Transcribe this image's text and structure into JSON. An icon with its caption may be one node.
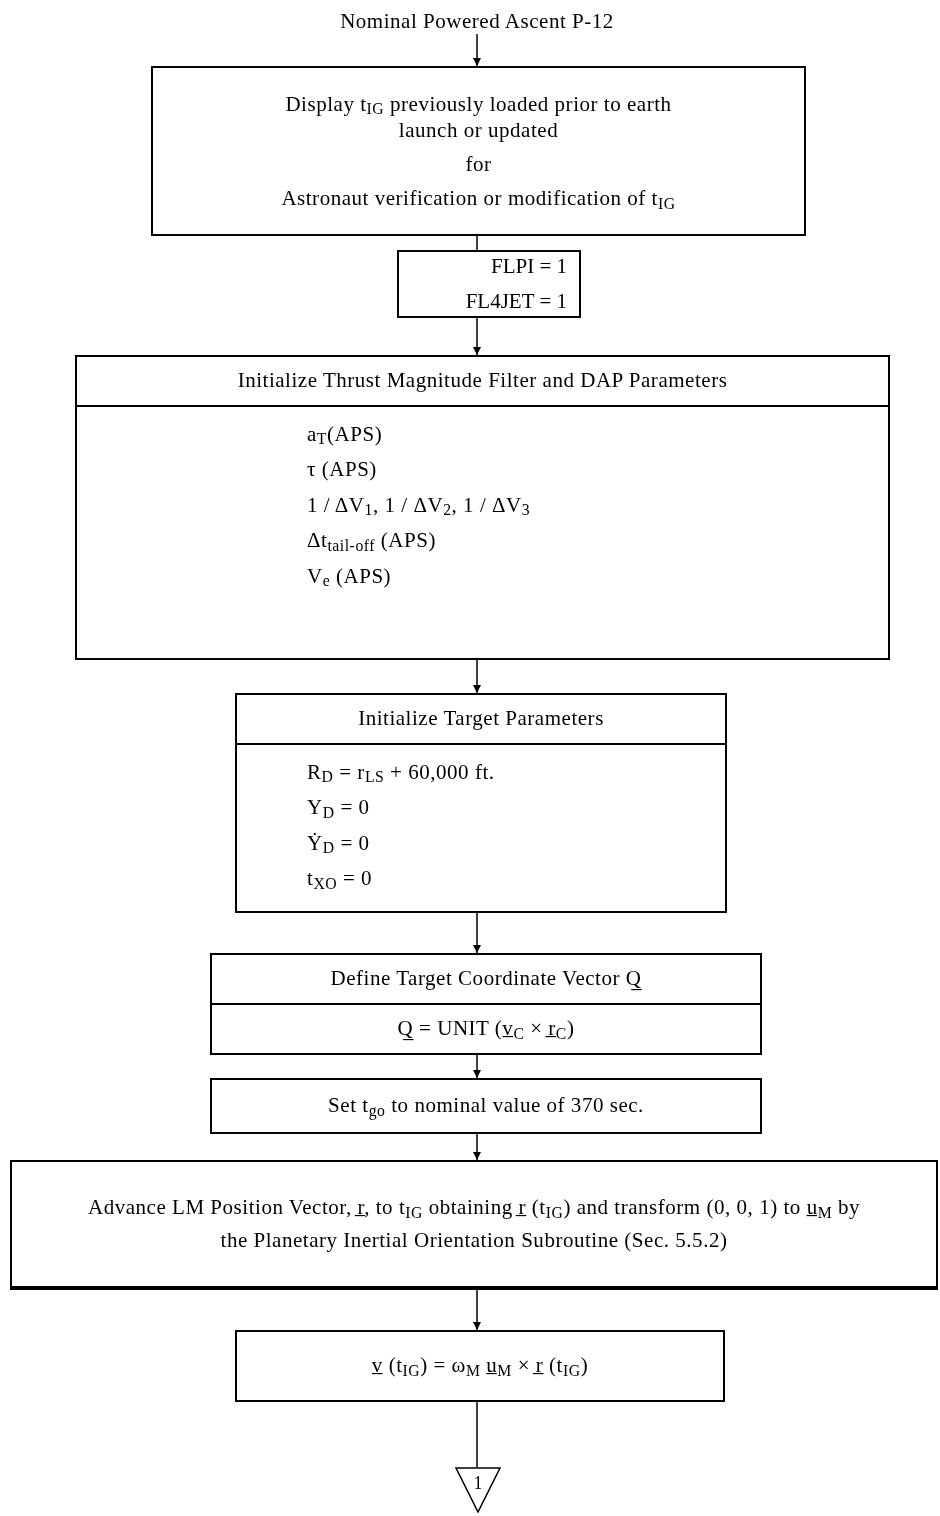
{
  "diagram": {
    "nodes": [
      {
        "text": [
          "Nominal Powered Ascent P-12"
        ]
      },
      {
        "text": [
          "Display t$_{IG}$ previously loaded prior to earth launch or updated",
          "for",
          "Astronaut verification or modification of t$_{IG}$"
        ]
      },
      {
        "text": [
          "FLPI = 1",
          "FL4JET = 1"
        ]
      },
      {
        "text": [
          "Initialize Thrust Magnitude Filter and DAP Parameters",
          "a$_{T}$(APS)",
          "τ (APS)",
          "1 / ΔV$_{1}$, 1 / ΔV$_{2}$, 1 / ΔV$_{3}$",
          "Δt$_{tail-off}$ (APS)",
          "V$_{e}$ (APS)"
        ]
      },
      {
        "text": [
          "Initialize Target Parameters",
          "R$_{D}$ = r$_{LS}$ + 60,000 ft.",
          "Y$_{D}$ = 0",
          "Ẏ$_{D}$ = 0",
          "t$_{XO}$ = 0"
        ]
      },
      {
        "text": [
          "Define Target Coordinate Vector Q̲",
          "Q̲ = UNIT (v̲$_{C}$ × r̲$_{C}$)"
        ]
      },
      {
        "text": [
          "Set t$_{go}$ to nominal value of 370 sec."
        ]
      },
      {
        "text": [
          "Advance LM Position Vector, r̲, to t$_{IG}$ obtaining r̲ (t$_{IG}$) and transform (0, 0, 1) to u̲$_{M}$ by the Planetary Inertial Orientation Subroutine (Sec. 5.5.2)"
        ]
      },
      {
        "text": [
          "v̲ (t$_{IG}$) = ω$_{M}$ u̲$_{M}$ × r̲ (t$_{IG}$)"
        ]
      },
      {
        "text": [
          "1"
        ]
      }
    ],
    "edges": [
      {
        "from": 0,
        "to": 1,
        "arrow": "to"
      },
      {
        "from": 1,
        "to": 2,
        "arrow": "none"
      },
      {
        "from": 2,
        "to": 3,
        "arrow": "to"
      },
      {
        "from": 3,
        "to": 4,
        "arrow": "to"
      },
      {
        "from": 4,
        "to": 5,
        "arrow": "to"
      },
      {
        "from": 5,
        "to": 6,
        "arrow": "to"
      },
      {
        "from": 6,
        "to": 7,
        "arrow": "to"
      },
      {
        "from": 7,
        "to": 8,
        "arrow": "to"
      },
      {
        "from": 8,
        "to": 9,
        "arrow": "none"
      }
    ]
  }
}
